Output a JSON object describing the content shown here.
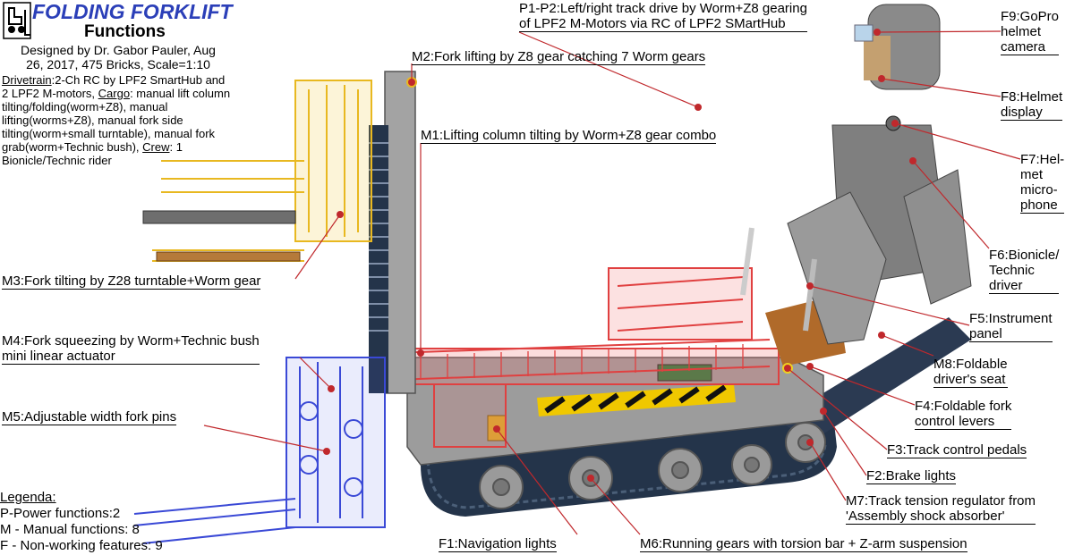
{
  "header": {
    "logo_icon": "forklift-logo-icon",
    "title": "FOLDING FORKLIFT",
    "subtitle": "Functions",
    "designed_by_lines": [
      "Designed by Dr. Gabor Pauler, Aug",
      "26, 2017, 475 Bricks, Scale=1:10"
    ],
    "description": {
      "drivetrain_key": "Drivetrain",
      "drivetrain_text": ":2-Ch RC by LPF2 SmartHub and 2 LPF2 M-motors, ",
      "cargo_key": "Cargo",
      "cargo_text": ": manual lift column tilting/folding(worm+Z8), manual lifting(worms+Z8), manual fork side tilting(worm+small turntable), manual fork grab(worm+Technic bush), ",
      "crew_key": "Crew",
      "crew_text": ": 1 Bionicle/Technic rider"
    }
  },
  "labels": {
    "p1p2": [
      "P1-P2:Left/right track drive by Worm+Z8 gearing",
      "of LPF2 M-Motors via RC of LPF2 SMartHub"
    ],
    "m2": [
      "M2:Fork lifting by Z8 gear catching 7 Worm gears"
    ],
    "m1": [
      "M1:Lifting column tilting by Worm+Z8 gear combo"
    ],
    "m3": [
      "M3:Fork tilting by Z28 turntable+Worm gear"
    ],
    "m4": [
      "M4:Fork squeezing by Worm+Technic bush",
      "mini linear actuator"
    ],
    "m5": [
      "M5:Adjustable width fork pins"
    ],
    "f9": [
      "F9:GoPro",
      "helmet",
      "camera"
    ],
    "f8": [
      "F8:Helmet",
      "display"
    ],
    "f7": [
      "F7:Hel-",
      "met",
      "micro-",
      "phone"
    ],
    "f6": [
      "F6:Bionicle/",
      "Technic",
      "driver"
    ],
    "f5": [
      "F5:Instrument",
      "panel"
    ],
    "m8": [
      "M8:Foldable",
      "driver's seat"
    ],
    "f4": [
      "F4:Foldable fork",
      "control levers"
    ],
    "f3": [
      "F3:Track control pedals"
    ],
    "f2": [
      "F2:Brake lights"
    ],
    "m7": [
      "M7:Track tension regulator from",
      "'Assembly shock absorber'"
    ],
    "f1": [
      "F1:Navigation lights"
    ],
    "m6": [
      "M6:Running gears with torsion bar + Z-arm suspension"
    ]
  },
  "legend": {
    "heading": "Legenda:",
    "items": [
      "P-Power functions:2",
      "M - Manual functions: 8",
      "F - Non-working features: 9"
    ]
  },
  "colors": {
    "title_blue": "#2b3fb8",
    "callout_red": "#c0282c",
    "body_gray": "#8c8c8c",
    "track_navy": "#24344a",
    "fork_yellow": "#e8b820",
    "fork_red": "#e04040",
    "fork_blue": "#3a49d6",
    "hazard_yellow": "#f0c800",
    "brown": "#b06a2a"
  }
}
